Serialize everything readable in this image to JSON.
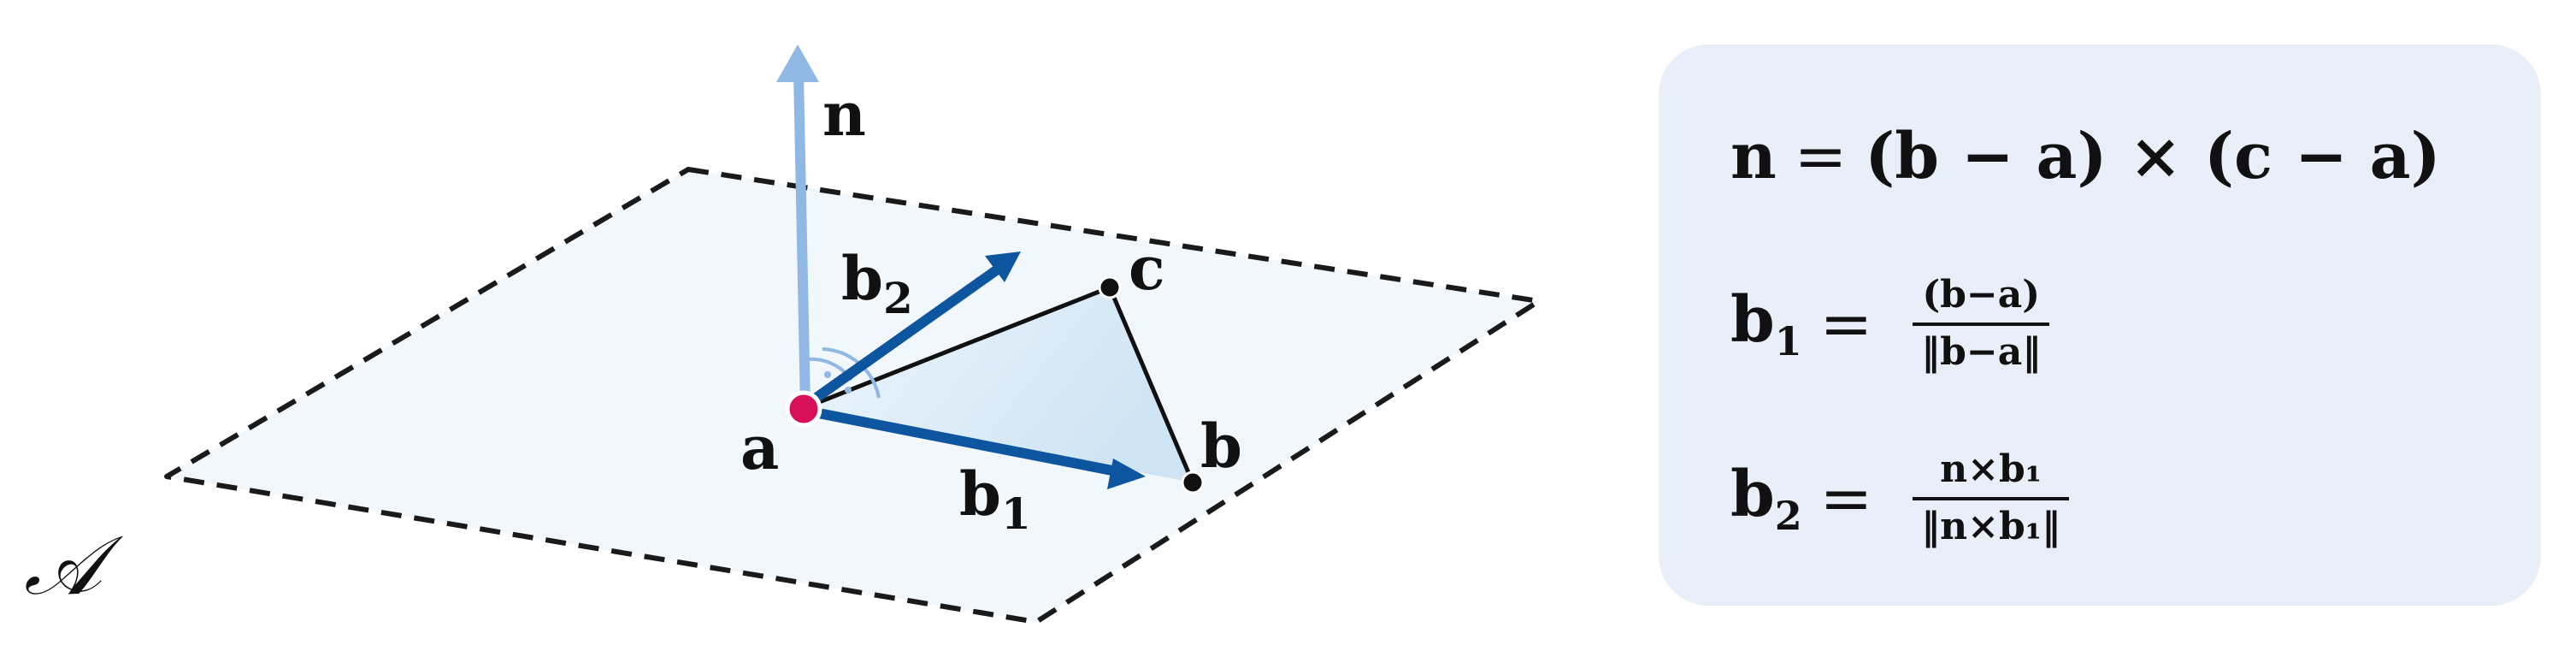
{
  "labels": {
    "plane": "𝒜",
    "normal": "n",
    "b2": "b",
    "b2_sub": "2",
    "b1": "b",
    "b1_sub": "1",
    "point_a": "a",
    "point_b": "b",
    "point_c": "c"
  },
  "formulas": {
    "main": {
      "lhs": "n",
      "eq": "=",
      "rhs": "(b − a) × (c − a)"
    },
    "b1": {
      "lhs": "b",
      "lhs_sub": "1",
      "eq": "=",
      "num": "(b−a)",
      "den": "‖b−a‖"
    },
    "b2": {
      "lhs": "b",
      "lhs_sub": "2",
      "eq": "=",
      "num": "n×b₁",
      "den": "‖n×b₁‖"
    }
  },
  "colors": {
    "plane_fill": "#f1f7fb",
    "plane_edge": "#1a1a1a",
    "normal_arrow": "#8fb8e4",
    "basis_arrow": "#0e55a0",
    "triangle_fill": "#d7e9f6",
    "origin_point": "#d8105a",
    "vertex_point": "#111111",
    "formula_panel": "#e9eff8"
  }
}
